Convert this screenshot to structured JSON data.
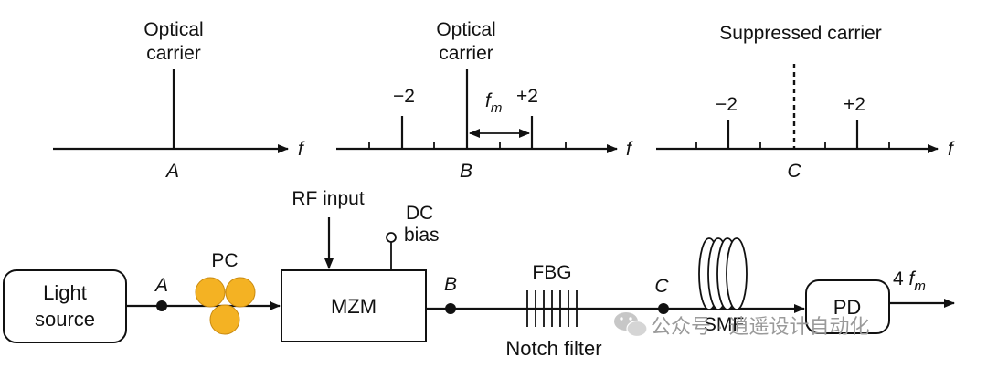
{
  "spectra": {
    "a": {
      "carrier_line1": "Optical",
      "carrier_line2": "carrier",
      "axis_var": "f",
      "point": "A"
    },
    "b": {
      "carrier_line1": "Optical",
      "carrier_line2": "carrier",
      "lower_sideband": "−2",
      "upper_sideband": "+2",
      "spacing_symbol": "f",
      "spacing_sub": "m",
      "axis_var": "f",
      "point": "B"
    },
    "c": {
      "title": "Suppressed carrier",
      "lower_sideband": "−2",
      "upper_sideband": "+2",
      "axis_var": "f",
      "point": "C"
    }
  },
  "system": {
    "light_source_line1": "Light",
    "light_source_line2": "source",
    "point_a": "A",
    "pc_label": "PC",
    "rf_input": "RF input",
    "dc_line1": "DC",
    "dc_line2": "bias",
    "mzm_label": "MZM",
    "point_b": "B",
    "fbg_label": "FBG",
    "notch_label": "Notch filter",
    "point_c": "C",
    "smf_label": "SMF",
    "pd_label": "PD",
    "output_prefix": "4 ",
    "output_symbol": "f",
    "output_sub": "m",
    "pc_color": "#f4b223",
    "pc_stroke": "#c98a10"
  },
  "watermark": {
    "text": "公众号 · 逍遥设计自动化",
    "icon": "wechat-icon"
  }
}
